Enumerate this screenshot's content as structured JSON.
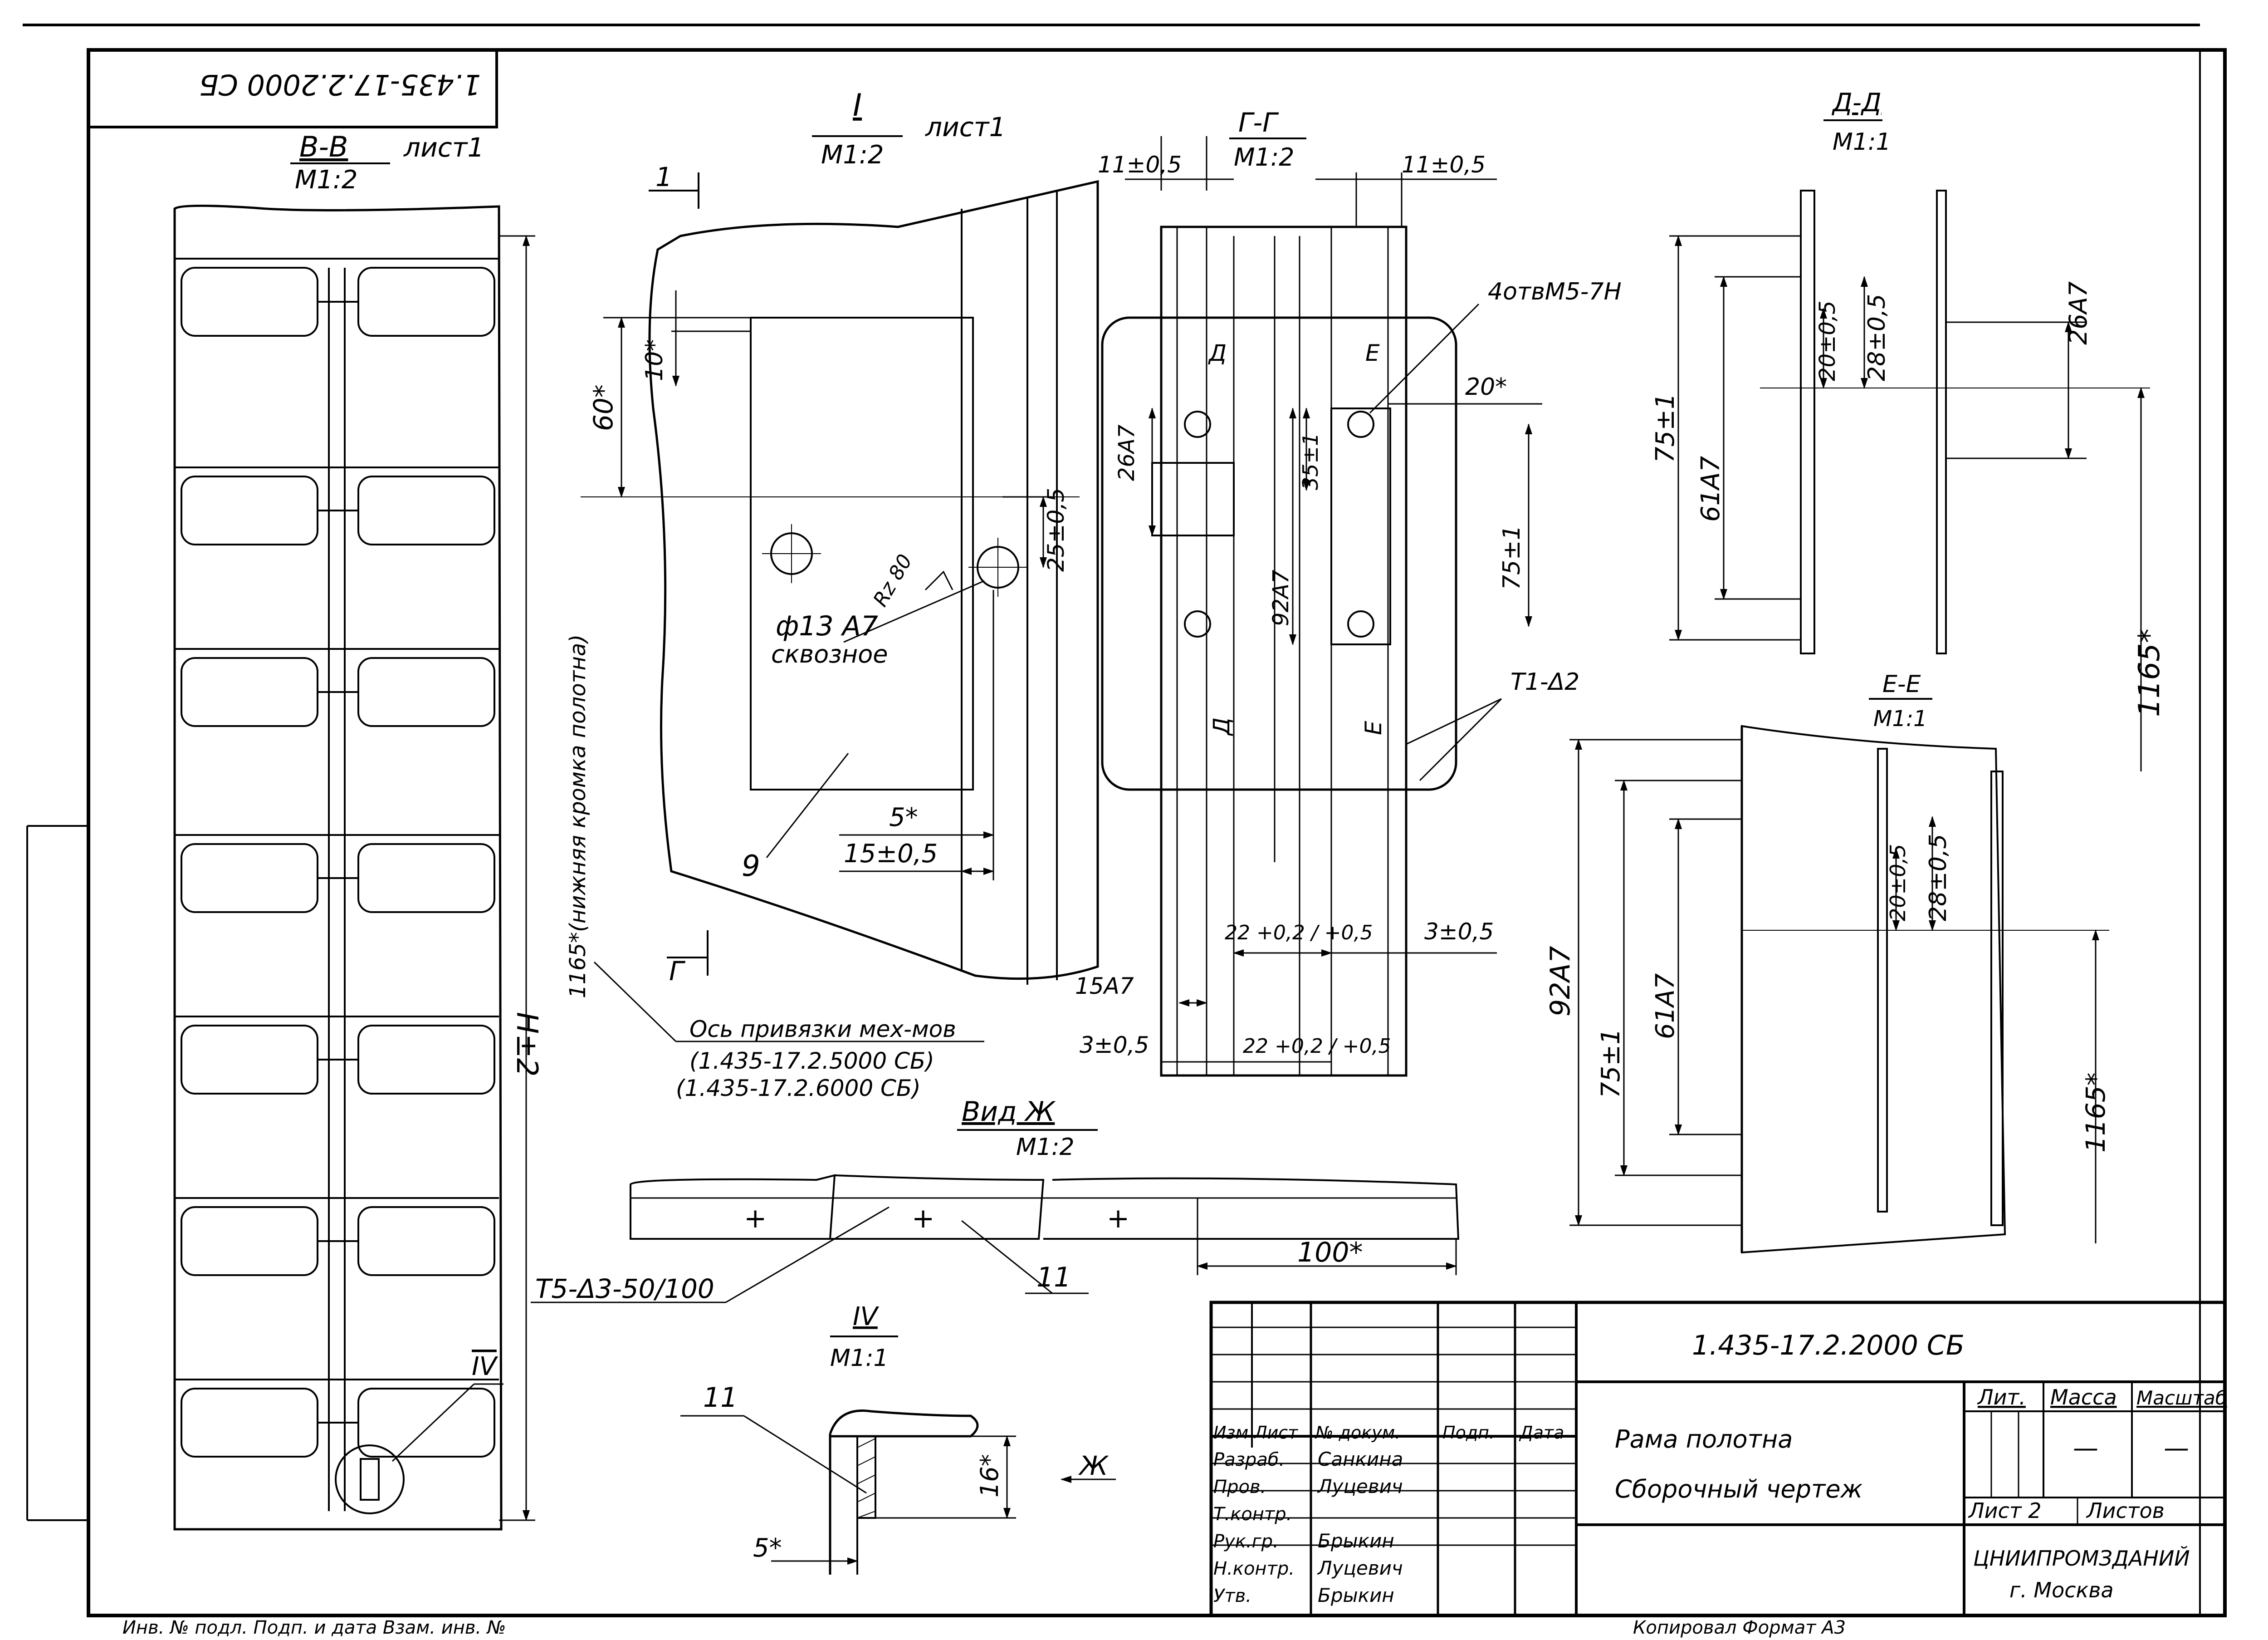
{
  "sheet": {
    "corner_code": "1.435-17.2.2000 СБ",
    "bottom_left_note": "Инв. № подл.  Подп. и дата  Взам. инв. №",
    "bottom_right_note": "Копировал   Формат А3"
  },
  "view_vv": {
    "title": "В-В",
    "sheet_ref": "лист1",
    "scale": "М1:2",
    "dim_h": "H±2",
    "callout": "IV"
  },
  "view_t": {
    "title": "I",
    "sheet_ref": "лист1",
    "scale": "М1:2",
    "section_marker_top": "1",
    "section_marker_bottom": "Г",
    "dim_10": "10*",
    "dim_60": "60*",
    "dim_25": "25±0,5",
    "dim_5": "5*",
    "dim_15": "15±0,5",
    "hole_label": "ф13 А7",
    "hole_label2": "сквозное",
    "roughness": "Rz 80",
    "part_9": "9",
    "axis_note": "1165*(нижняя кромка полотна)",
    "axis_label": "Ось привязки мех-мов",
    "axis_ref1": "(1.435-17.2.5000 СБ)",
    "axis_ref2": "(1.435-17.2.6000 СБ)"
  },
  "view_gg": {
    "title": "Г-Г",
    "scale": "М1:2",
    "dim_11_left": "11±0,5",
    "dim_11_right": "11±0,5",
    "holes_note": "4отвМ5-7Н",
    "dim_20": "20*",
    "dim_26": "26А7",
    "dim_35": "35±1",
    "dim_92": "92А7",
    "dim_75": "75±1",
    "dim_22a": "22 +0,2 / +0,5",
    "dim_22b": "22 +0,2 / +0,5",
    "dim_3a": "3±0,5",
    "dim_3b": "3±0,5",
    "dim_15": "15А7",
    "weld": "Т1-Δ2",
    "mark_d": "Д",
    "mark_e": "Е"
  },
  "view_dd": {
    "title": "Д-Д",
    "scale": "М1:1",
    "dim_75": "75±1",
    "dim_61": "61А7",
    "dim_20": "20±0,5",
    "dim_28": "28±0,5",
    "dim_26": "26А7",
    "dim_1165": "1165*"
  },
  "view_ee": {
    "title": "Е-Е",
    "scale": "М1:1",
    "dim_92": "92А7",
    "dim_75": "75±1",
    "dim_61": "61А7",
    "dim_20": "20±0,5",
    "dim_28": "28±0,5",
    "dim_1165": "1165*"
  },
  "view_zh": {
    "title": "Вид Ж",
    "scale": "М1:2",
    "dim_100": "100*",
    "weld": "Т5-Δ3-50/100",
    "part_11": "11"
  },
  "view_iv": {
    "title": "IV",
    "scale": "М1:1",
    "part_11": "11",
    "dim_16": "16*",
    "dim_5": "5*",
    "arrow": "Ж"
  },
  "title_block": {
    "doc_code": "1.435-17.2.2000 СБ",
    "name_line1": "Рама полотна",
    "name_line2": "Сборочный чертеж",
    "col_headers": [
      "Изм",
      "Лист",
      "№ докум.",
      "Подп.",
      "Дата"
    ],
    "roles": [
      "Разраб.",
      "Пров.",
      "Т.контр.",
      "Рук.гр.",
      "Н.контр.",
      "Утв."
    ],
    "names": [
      "Санкина",
      "Луцевич",
      "",
      "Брыкин",
      "Луцевич",
      "Брыкин"
    ],
    "lit_header": "Лит.",
    "mass_header": "Масса",
    "scale_header": "Масштаб",
    "mass_value": "—",
    "scale_value": "—",
    "sheet_label": "Лист 2",
    "sheets_label": "Листов",
    "org": "ЦНИИПРОМЗДАНИЙ",
    "city": "г. Москва"
  }
}
